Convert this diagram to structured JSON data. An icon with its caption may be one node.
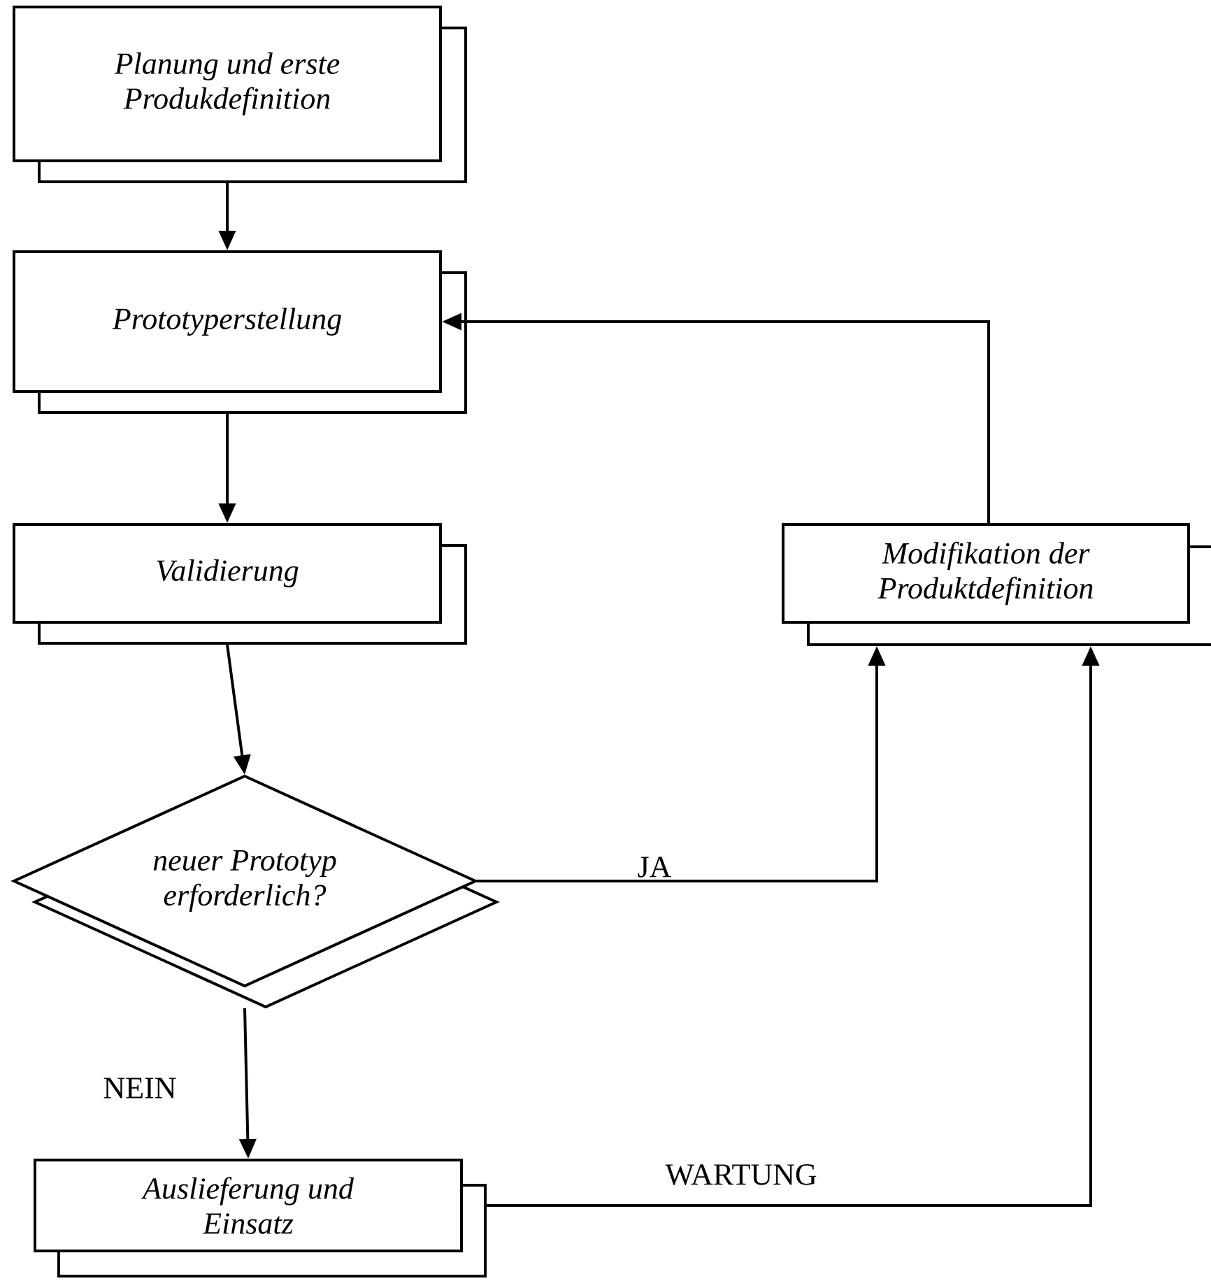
{
  "diagram": {
    "nodes": [
      {
        "text": [
          "Planung und erste Produkdefinition"
        ]
      },
      {
        "text": [
          "Prototyperstellung"
        ]
      },
      {
        "text": [
          "Validierung"
        ]
      },
      {
        "text": [
          "neuer Prototyp erforderlich?"
        ]
      },
      {
        "text": [
          "Modifikation der Produktdefinition"
        ]
      },
      {
        "text": [
          "Auslieferung und Einsatz"
        ]
      }
    ],
    "edges": [
      {
        "from": 0,
        "to": 1,
        "arrow": "to"
      },
      {
        "from": 1,
        "to": 2,
        "arrow": "to"
      },
      {
        "from": 2,
        "to": 3,
        "arrow": "to"
      },
      {
        "from": 3,
        "to": 5,
        "arrow": "to",
        "label": "NEIN"
      },
      {
        "from": 3,
        "to": 4,
        "arrow": "to",
        "label": "JA"
      },
      {
        "from": 5,
        "to": 4,
        "arrow": "to",
        "label": "WARTUNG"
      },
      {
        "from": 4,
        "to": 1,
        "arrow": "to"
      }
    ]
  }
}
